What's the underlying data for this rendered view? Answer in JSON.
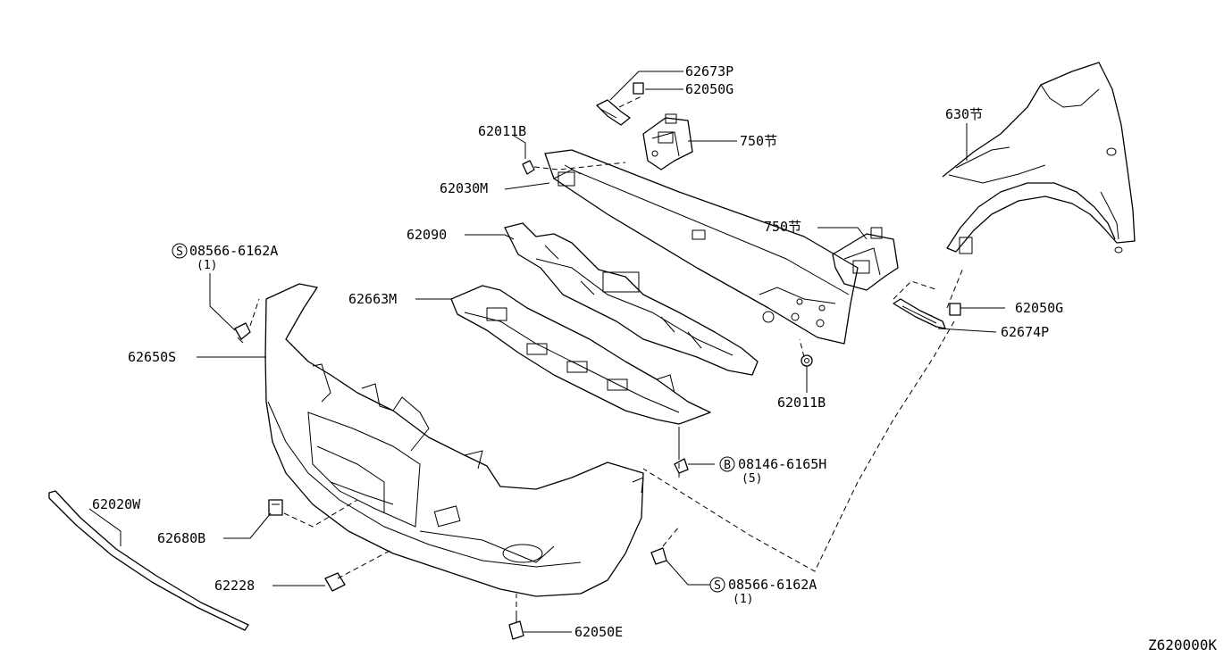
{
  "diagram_code": "Z620000K",
  "labels": {
    "p62673P": "62673P",
    "p62050G_top": "62050G",
    "p630": "630节",
    "p62011B_top": "62011B",
    "p750_top": "750节",
    "p62030M": "62030M",
    "p750_mid": "750节",
    "p62090": "62090",
    "s08566_top": "08566-6162A",
    "s08566_top_qty": "(1)",
    "p62663M": "62663M",
    "p62050G_right": "62050G",
    "p62674P": "62674P",
    "p62650S": "62650S",
    "p62011B_low": "62011B",
    "b08146": "08146-6165H",
    "b08146_qty": "(5)",
    "p62020W": "62020W",
    "p62680B": "62680B",
    "p62228": "62228",
    "s08566_bot": "08566-6162A",
    "s08566_bot_qty": "(1)",
    "p62050E": "62050E",
    "mark_s": "S",
    "mark_b": "B"
  }
}
